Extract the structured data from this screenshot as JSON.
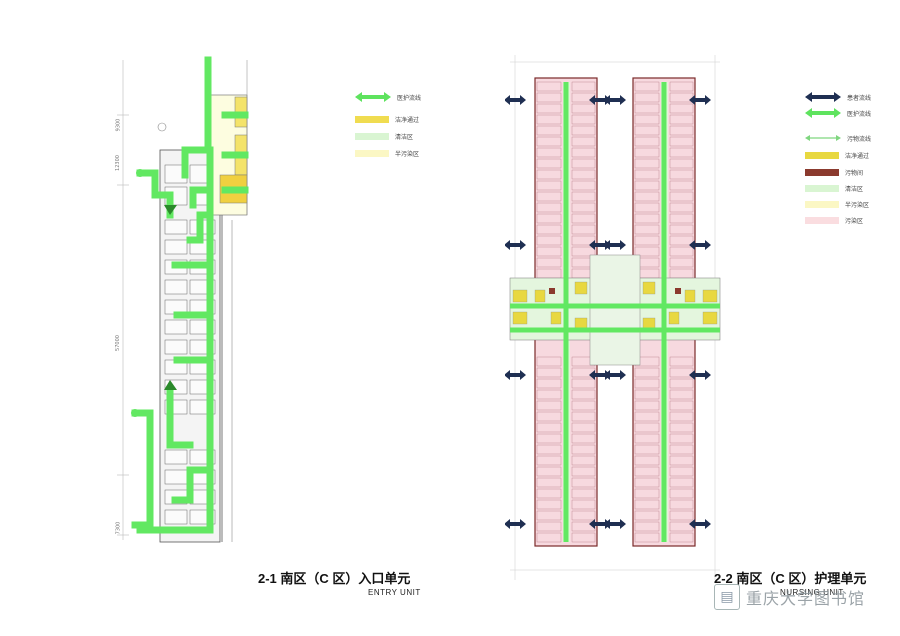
{
  "left_panel": {
    "title": "2-1 南区（C 区）入口单元",
    "subtitle": "ENTRY UNIT",
    "legend": [
      {
        "label": "医护流线",
        "color": "#5ee35e",
        "kind": "arrow"
      },
      {
        "label": "洁净通过",
        "color": "#f0dc50",
        "kind": "fill"
      },
      {
        "label": "清洁区",
        "color": "#d9f5d2",
        "kind": "fill"
      },
      {
        "label": "半污染区",
        "color": "#fbf7c4",
        "kind": "fill"
      }
    ],
    "dims": [
      "9300",
      "12300",
      "57000",
      "7300"
    ]
  },
  "right_panel": {
    "title": "2-2 南区（C 区）护理单元",
    "subtitle": "NURSING UNIT",
    "legend": [
      {
        "label": "患者流线",
        "color": "#1f2f52",
        "kind": "arrow"
      },
      {
        "label": "医护流线",
        "color": "#5ee35e",
        "kind": "arrow"
      },
      {
        "label": "污物流线",
        "color": "#7fd67f",
        "kind": "thin-arrow"
      },
      {
        "label": "洁净通过",
        "color": "#e8d840",
        "kind": "fill"
      },
      {
        "label": "污物间",
        "color": "#8b3a2e",
        "kind": "fill"
      },
      {
        "label": "清洁区",
        "color": "#d9f5d2",
        "kind": "fill"
      },
      {
        "label": "半污染区",
        "color": "#fbf7c4",
        "kind": "fill"
      },
      {
        "label": "污染区",
        "color": "#fadde0",
        "kind": "fill"
      }
    ]
  },
  "watermark": {
    "text": "重庆大学图书馆",
    "icon": "library-seal-icon"
  }
}
